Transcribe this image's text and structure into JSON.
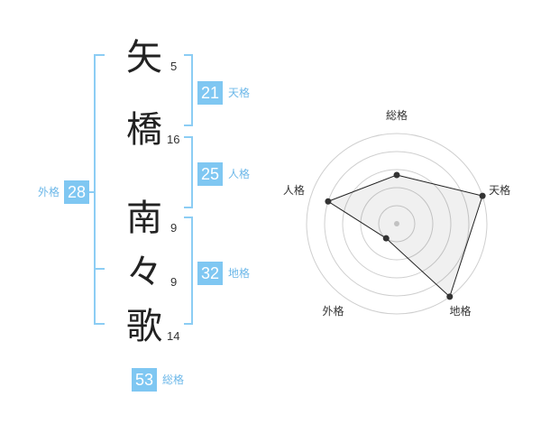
{
  "name": {
    "chars": [
      {
        "char": "矢",
        "strokes": "5"
      },
      {
        "char": "橋",
        "strokes": "16"
      },
      {
        "char": "南",
        "strokes": "9"
      },
      {
        "char": "々",
        "strokes": "9"
      },
      {
        "char": "歌",
        "strokes": "14"
      }
    ]
  },
  "fortune": {
    "tenkaku": {
      "value": "21",
      "label": "天格"
    },
    "jinkaku": {
      "value": "25",
      "label": "人格"
    },
    "chikaku": {
      "value": "32",
      "label": "地格"
    },
    "gaikaku": {
      "value": "28",
      "label": "外格"
    },
    "soukaku": {
      "value": "53",
      "label": "総格"
    }
  },
  "colors": {
    "accent": "#7fc7f2",
    "line": "#8ccdf4",
    "fill": "#f0f0f0"
  },
  "chart_data": {
    "type": "radar",
    "axes": [
      "総格",
      "天格",
      "地格",
      "外格",
      "人格"
    ],
    "values": [
      2.7,
      5,
      5,
      1,
      4
    ],
    "max": 5,
    "rings": 5
  }
}
